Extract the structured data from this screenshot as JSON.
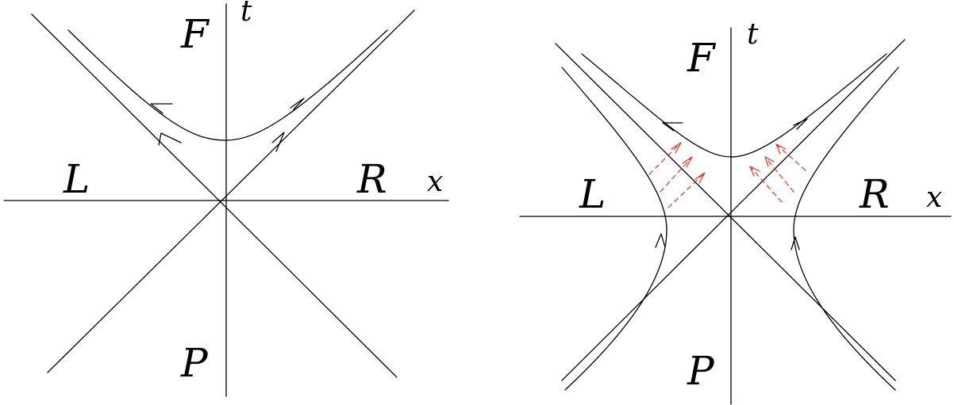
{
  "left_diagram": {
    "labels": {
      "future": "F",
      "past": "P",
      "left": "L",
      "right": "R",
      "time_axis": "t",
      "space_axis": "x"
    }
  },
  "right_diagram": {
    "labels": {
      "future": "F",
      "past": "P",
      "left": "L",
      "right": "R",
      "time_axis": "t",
      "space_axis": "x"
    }
  },
  "colors": {
    "lines": "#000000",
    "signals": "#e8301c",
    "background": "#ffffff"
  }
}
